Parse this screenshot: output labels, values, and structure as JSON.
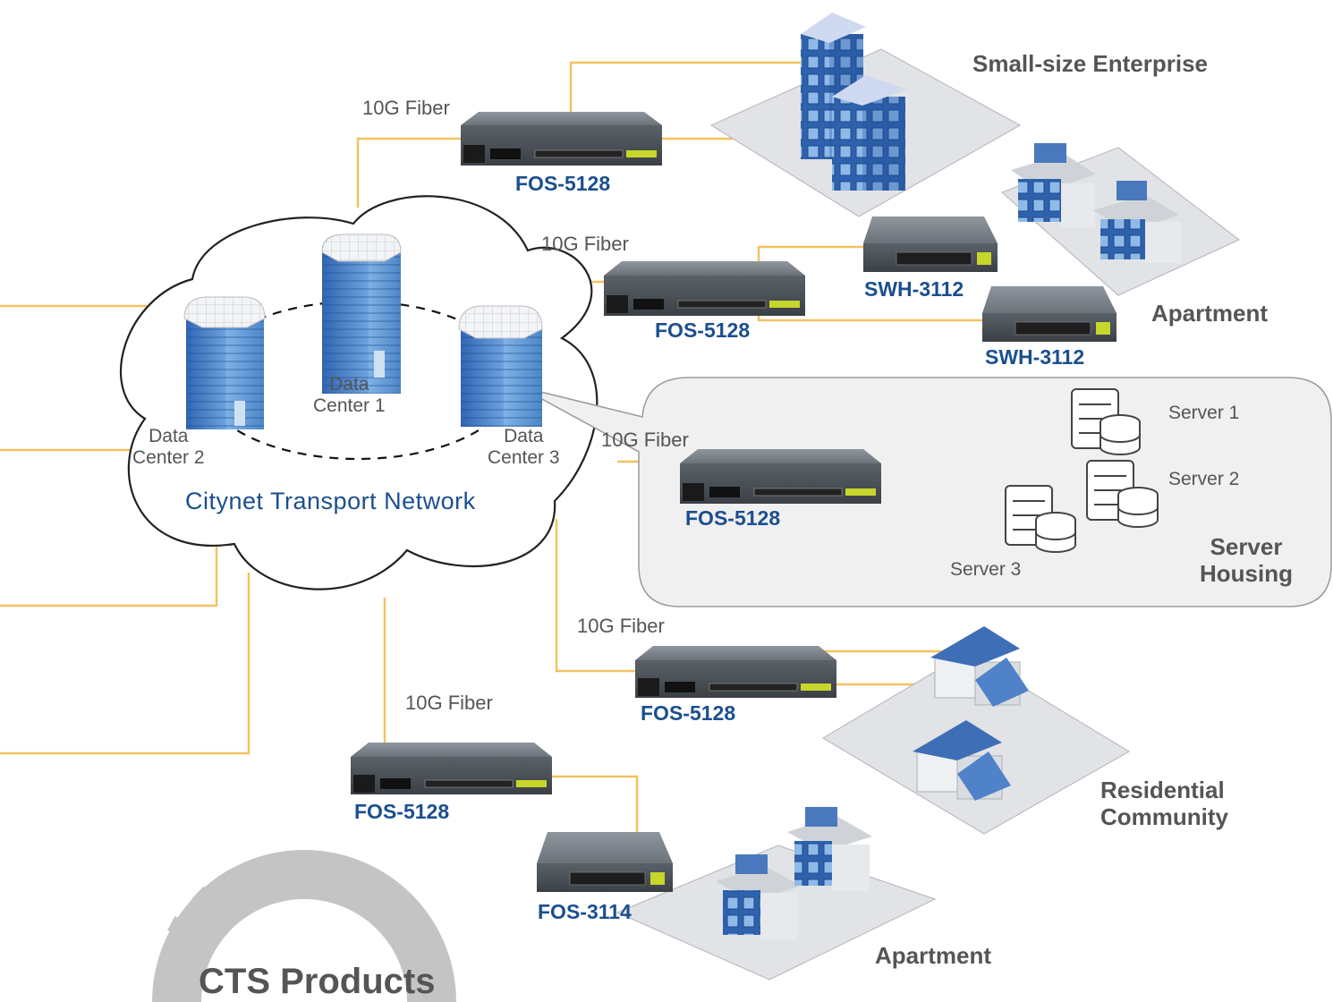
{
  "network": {
    "name": "Citynet Transport Network"
  },
  "data_centers": [
    {
      "label": "Data\nCenter 1"
    },
    {
      "label": "Data\nCenter 2"
    },
    {
      "label": "Data\nCenter 3"
    }
  ],
  "link_labels": {
    "enterprise": "10G Fiber",
    "apartment_top": "10G Fiber",
    "server_housing": "10G Fiber",
    "residential": "10G Fiber",
    "apartment_bottom": "10G Fiber"
  },
  "devices": {
    "fos_enterprise": "FOS-5128",
    "fos_apartment": "FOS-5128",
    "swh_1": "SWH-3112",
    "swh_2": "SWH-3112",
    "fos_server": "FOS-5128",
    "fos_residential": "FOS-5128",
    "fos_bottom": "FOS-5128",
    "fos_3114": "FOS-3114"
  },
  "sites": {
    "enterprise": "Small-size Enterprise",
    "apartment_top": "Apartment",
    "server_housing": "Server\nHousing",
    "residential": "Residential\nCommunity",
    "apartment_bottom": "Apartment"
  },
  "servers": [
    "Server 1",
    "Server 2",
    "Server 3"
  ],
  "brand": {
    "title": "CTS Products"
  },
  "colors": {
    "fiber_line": "#f2c261",
    "model_text": "#1b4f8f",
    "network_text": "#1b4f8f",
    "building_blue": "#2f5fa8",
    "platform": "#e2e3e6",
    "gear": "#c4c4c4"
  }
}
